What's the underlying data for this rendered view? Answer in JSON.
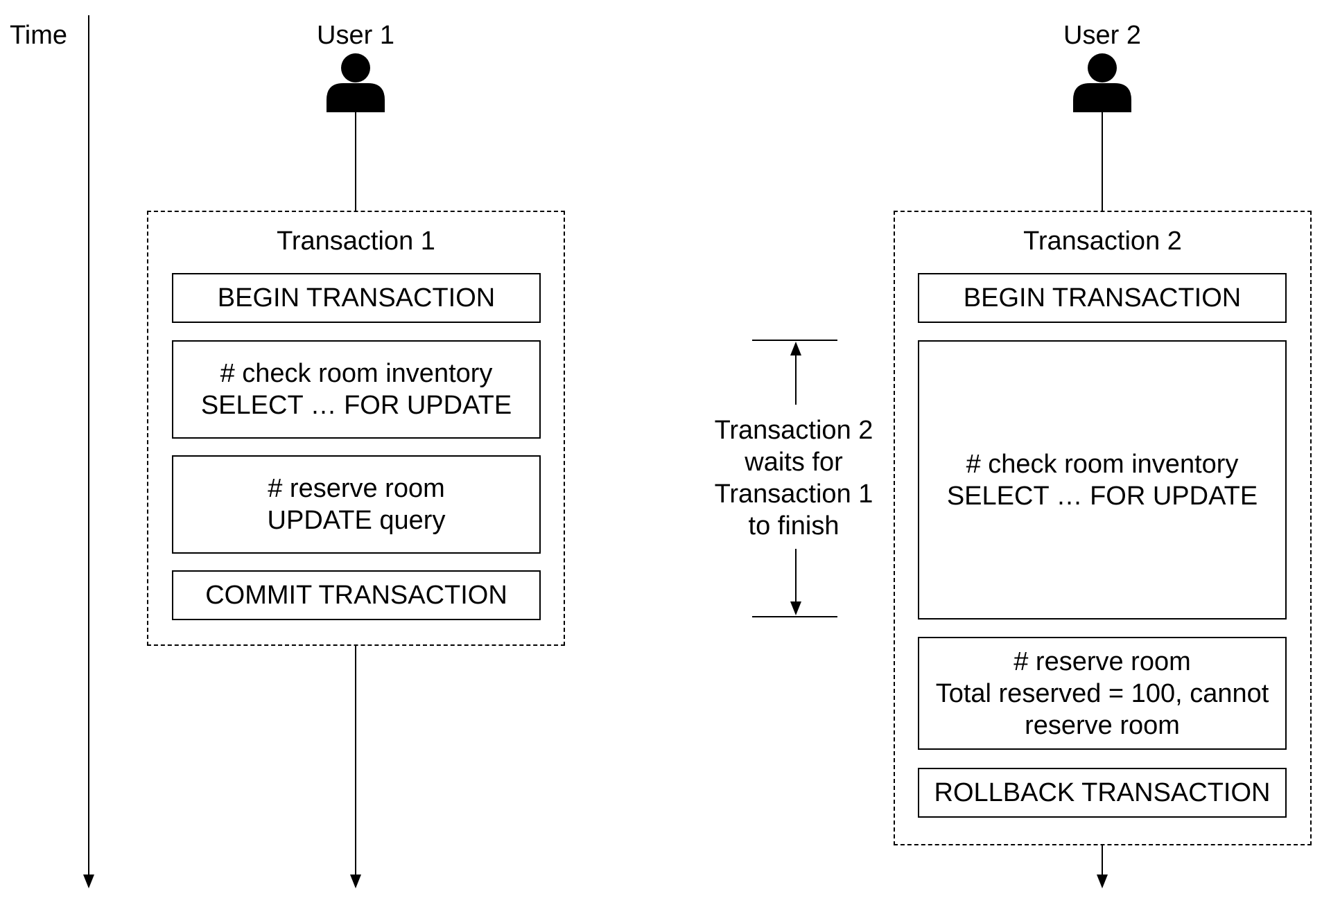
{
  "time_axis": {
    "label": "Time"
  },
  "users": [
    {
      "label": "User 1",
      "icon": "user-icon"
    },
    {
      "label": "User 2",
      "icon": "user-icon"
    }
  ],
  "transactions": [
    {
      "title": "Transaction 1",
      "steps": [
        {
          "lines": [
            "BEGIN TRANSACTION"
          ]
        },
        {
          "lines": [
            "# check room inventory",
            "SELECT … FOR UPDATE"
          ]
        },
        {
          "lines": [
            "# reserve room",
            "UPDATE query"
          ]
        },
        {
          "lines": [
            "COMMIT TRANSACTION"
          ]
        }
      ]
    },
    {
      "title": "Transaction 2",
      "steps": [
        {
          "lines": [
            "BEGIN TRANSACTION"
          ]
        },
        {
          "lines": [
            "# check room inventory",
            "SELECT … FOR UPDATE"
          ]
        },
        {
          "lines": [
            "# reserve room",
            "Total reserved = 100, cannot",
            "reserve room"
          ]
        },
        {
          "lines": [
            "ROLLBACK TRANSACTION"
          ]
        }
      ]
    }
  ],
  "wait_annotation": {
    "lines": [
      "Transaction 2",
      "waits for",
      "Transaction 1",
      "to finish"
    ]
  }
}
